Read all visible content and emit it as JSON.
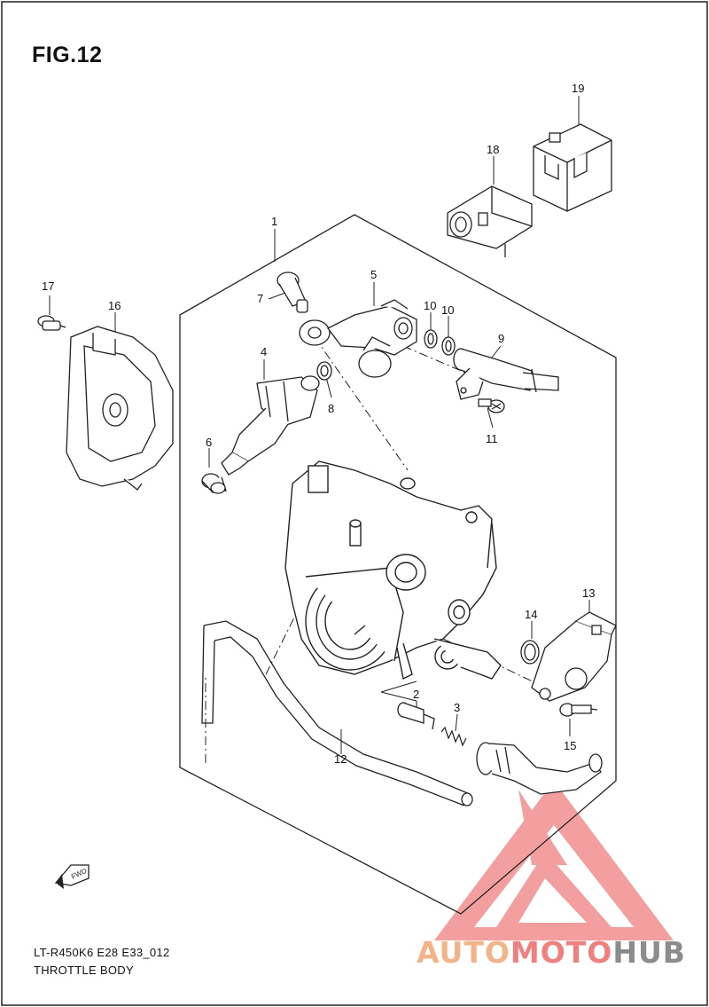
{
  "figure_title": "FIG.12",
  "footer": {
    "model_code": "LT-R450K6 E28 E33_012",
    "section_name": "THROTTLE BODY"
  },
  "fwd_label": "FWD",
  "watermark": {
    "part1": "AUTO",
    "part2": "MOTO",
    "part3": "HUB",
    "color1": "#f4b48a",
    "color2": "#f07f7f",
    "color3": "#8c8c8c"
  },
  "callouts": [
    {
      "id": "c1",
      "label": "1"
    },
    {
      "id": "c2",
      "label": "2"
    },
    {
      "id": "c3",
      "label": "3"
    },
    {
      "id": "c4",
      "label": "4"
    },
    {
      "id": "c5",
      "label": "5"
    },
    {
      "id": "c6",
      "label": "6"
    },
    {
      "id": "c7",
      "label": "7"
    },
    {
      "id": "c8",
      "label": "8"
    },
    {
      "id": "c9",
      "label": "9"
    },
    {
      "id": "c10a",
      "label": "10"
    },
    {
      "id": "c10b",
      "label": "10"
    },
    {
      "id": "c11",
      "label": "11"
    },
    {
      "id": "c12",
      "label": "12"
    },
    {
      "id": "c13",
      "label": "13"
    },
    {
      "id": "c14",
      "label": "14"
    },
    {
      "id": "c15",
      "label": "15"
    },
    {
      "id": "c16",
      "label": "16"
    },
    {
      "id": "c17",
      "label": "17"
    },
    {
      "id": "c18",
      "label": "18"
    },
    {
      "id": "c19",
      "label": "19"
    }
  ]
}
